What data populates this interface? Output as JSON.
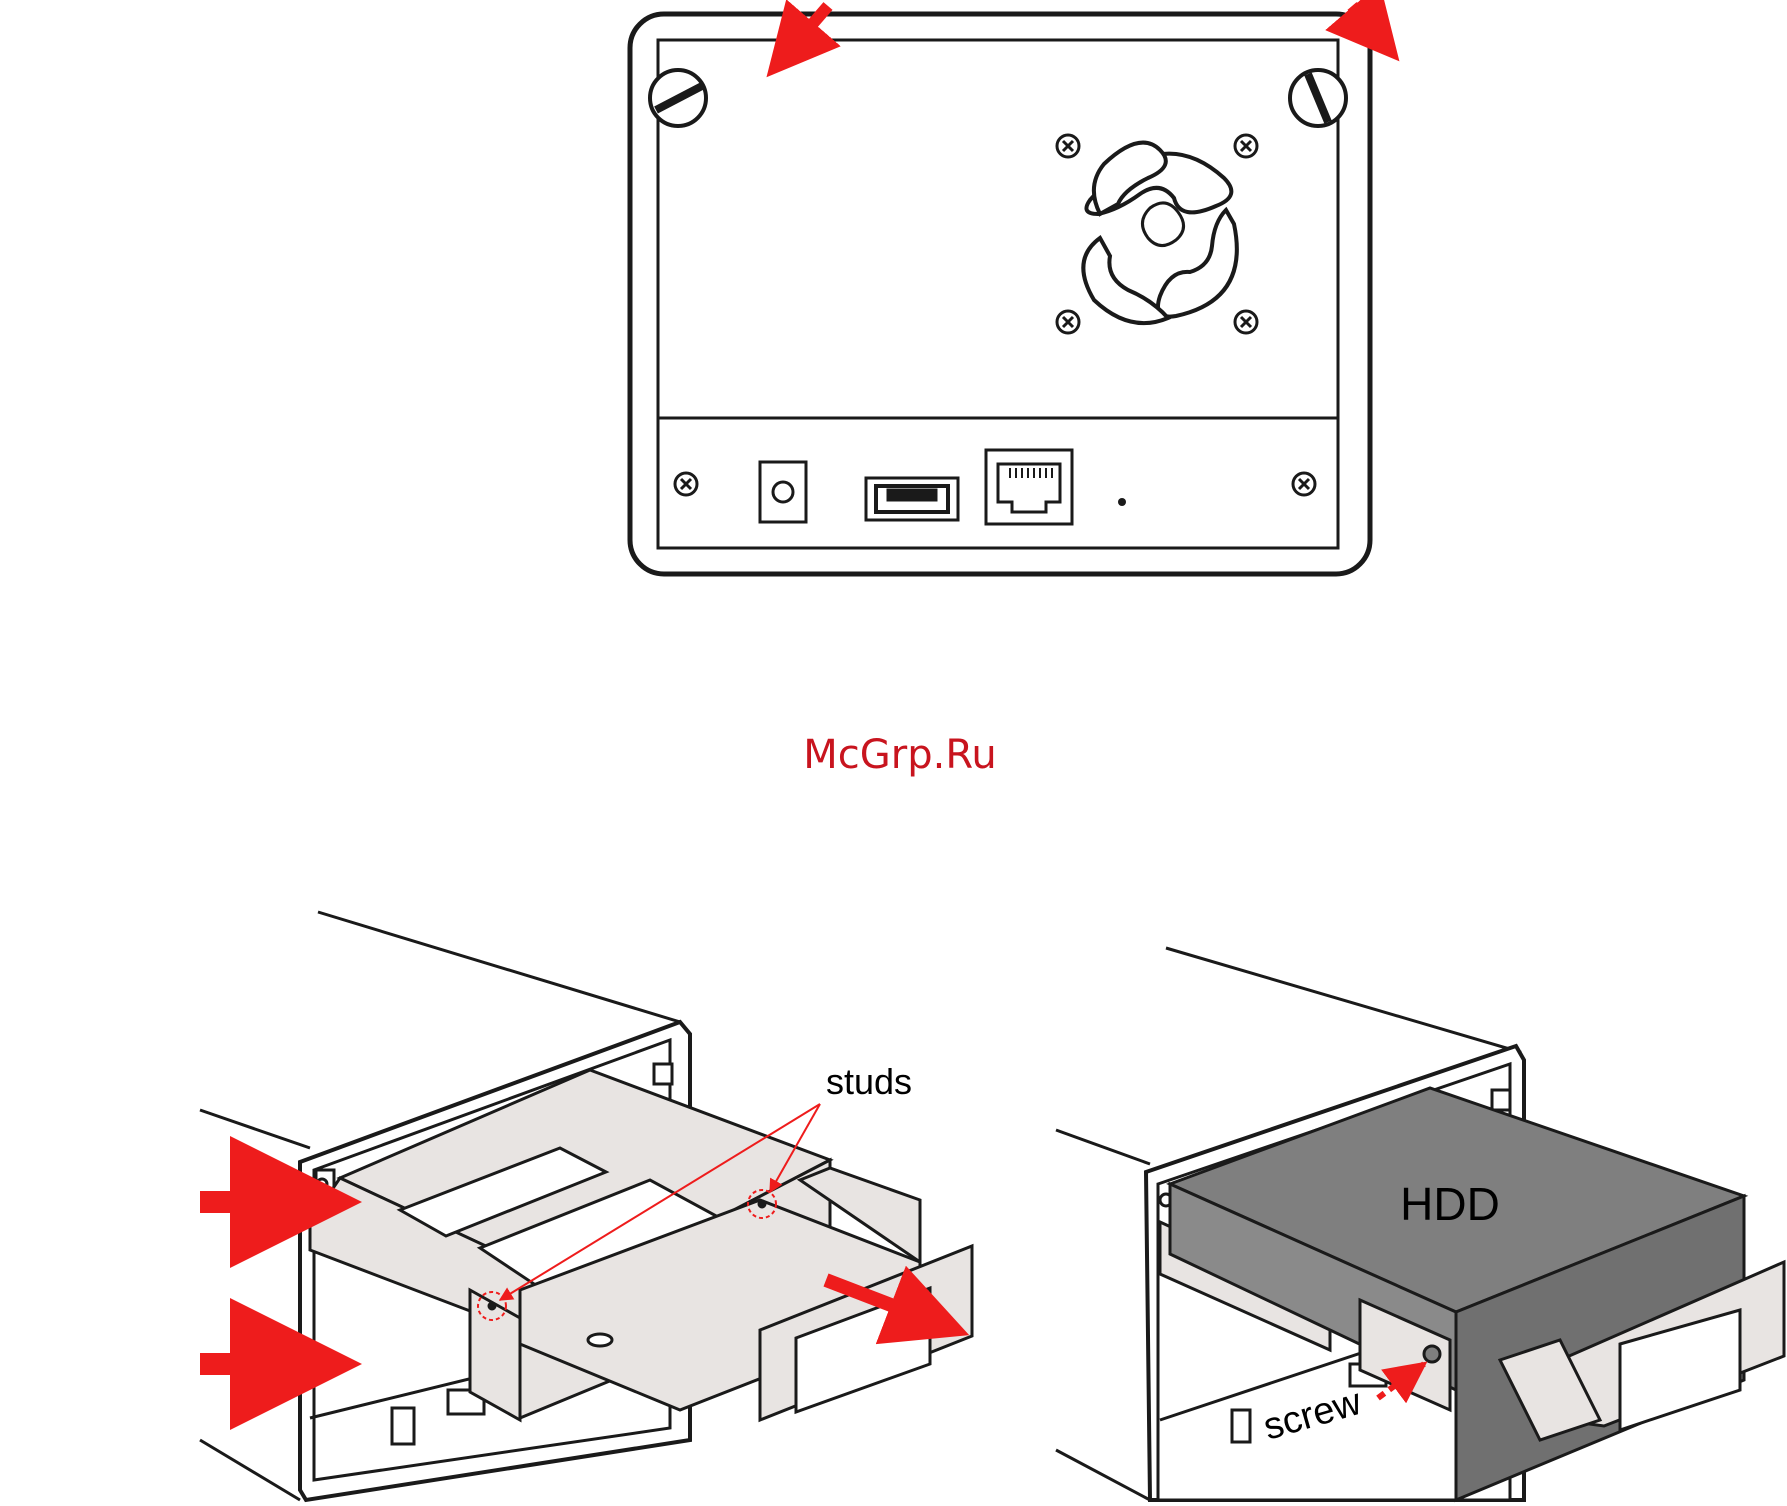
{
  "watermark": "McGrp.Ru",
  "labels": {
    "studs": "studs",
    "hdd": "HDD",
    "screw": "screw"
  },
  "colors": {
    "arrow": "#ee1c1c",
    "tray": "#e8e4e2",
    "hdd": "#7f7f7f",
    "outline": "#1a1a1a",
    "watermark": "#c8141e"
  },
  "icons": {
    "fan": "fan-icon",
    "usb": "usb-port-icon",
    "ethernet": "ethernet-port-icon",
    "power": "power-jack-icon",
    "screw": "phillips-screw-icon"
  }
}
